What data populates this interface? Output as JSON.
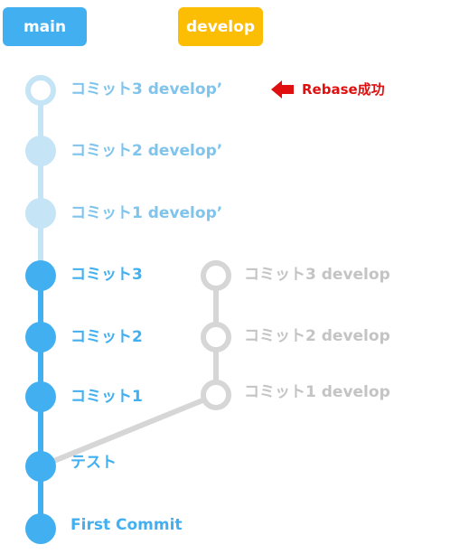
{
  "branches": {
    "main_label": "main",
    "develop_label": "develop"
  },
  "colors": {
    "main": "#42b0f0",
    "main_faded": "#c5e4f6",
    "rebased_text": "#7fc4ec",
    "develop": "#fcbd05",
    "old_develop": "#d6d6d6",
    "old_text": "#c4c4c4",
    "arrow": "#e01010"
  },
  "main_commits": [
    {
      "label": "First Commit"
    },
    {
      "label": "テスト"
    },
    {
      "label": "コミット1"
    },
    {
      "label": "コミット2"
    },
    {
      "label": "コミット3"
    }
  ],
  "rebased_commits": [
    {
      "label": "コミット1 develop’"
    },
    {
      "label": "コミット2 develop’"
    },
    {
      "label": "コミット3 develop’"
    }
  ],
  "old_develop_commits": [
    {
      "label": "コミット1 develop"
    },
    {
      "label": "コミット2 develop"
    },
    {
      "label": "コミット3 develop"
    }
  ],
  "annotation": {
    "text": "Rebase成功",
    "icon": "left-arrow-icon"
  }
}
